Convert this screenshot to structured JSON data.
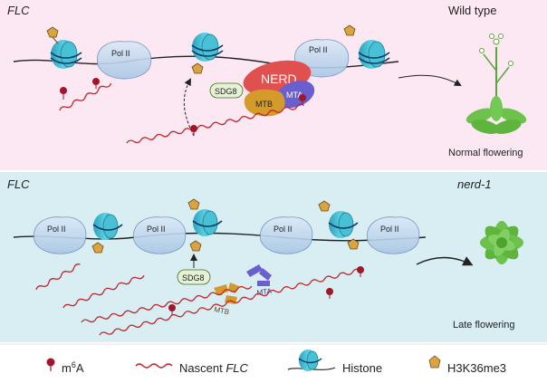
{
  "top_panel": {
    "gene_label": "FLC",
    "condition_label": "Wild type",
    "pol_label": "Pol II",
    "nerd_label": "NERD",
    "mtb_label": "MTB",
    "mta_label": "MTA",
    "sdg8_label": "SDG8",
    "outcome_label": "Normal flowering",
    "background_color": "#fce8f3"
  },
  "bottom_panel": {
    "gene_label": "FLC",
    "condition_label": "nerd-1",
    "pol_label": "Pol II",
    "sdg8_label": "SDG8",
    "mtb_label": "MTB",
    "mta_label": "MTA",
    "outcome_label": "Late flowering",
    "background_color": "#d8eef3"
  },
  "legend": {
    "m6a_label_base": "m",
    "m6a_label_sup": "6",
    "m6a_label_tail": "A",
    "nascent_label_prefix": "Nascent ",
    "nascent_label_gene": "FLC",
    "histone_label": "Histone",
    "h3k36_label": "H3K36me3"
  },
  "colors": {
    "nerd": "#e0504f",
    "mtb": "#d49a2a",
    "mta": "#6a5fcf",
    "rna": "#c0272d",
    "m6a": "#a2162a",
    "histone": "#3bb3c9",
    "pol2": "#b8d2ea",
    "h3k36": "#d9a441",
    "sdg8": "#e6f2d6",
    "plant": "#6cc24a"
  },
  "icons": {
    "plant_top": "flowering-plant-icon",
    "plant_bottom": "rosette-plant-icon"
  }
}
